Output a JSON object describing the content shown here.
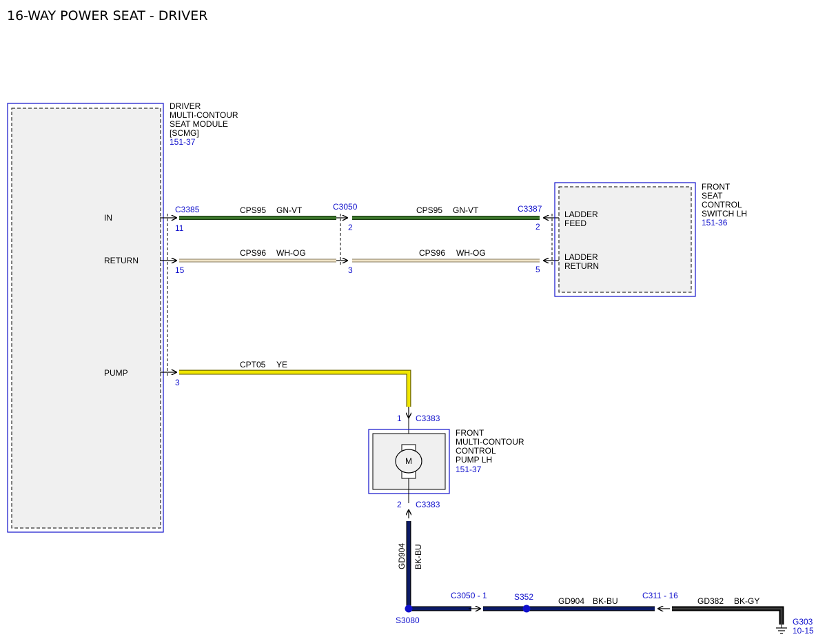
{
  "title": "16-WAY POWER SEAT - DRIVER",
  "colors": {
    "wire_gn_vt": "#3f7a2e",
    "wire_wh_og": "#efe3c6",
    "wire_ye": "#f0e600",
    "wire_bk_bu": "#0b1a66",
    "wire_bk_gy": "#1a1a1a",
    "ref_blue": "#1010cc",
    "component_fill": "#f0f0f0"
  },
  "components": {
    "scmg": {
      "name_lines": [
        "DRIVER",
        "MULTI-CONTOUR",
        "SEAT MODULE",
        "[SCMG]"
      ],
      "ref": "151-37",
      "pins": {
        "in": "IN",
        "return": "RETURN",
        "pump": "PUMP"
      }
    },
    "switch": {
      "name_lines": [
        "FRONT",
        "SEAT",
        "CONTROL",
        "SWITCH LH"
      ],
      "ref": "151-36",
      "pins": {
        "ladder_feed": [
          "LADDER",
          "FEED"
        ],
        "ladder_return": [
          "LADDER",
          "RETURN"
        ]
      }
    },
    "pump": {
      "name_lines": [
        "FRONT",
        "MULTI-CONTOUR",
        "CONTROL",
        "PUMP LH"
      ],
      "ref": "151-37",
      "motor_label": "M"
    }
  },
  "connectors": {
    "c3385": {
      "name": "C3385",
      "pin_in": "11",
      "pin_return": "15",
      "pin_pump": "3"
    },
    "c3050": {
      "name": "C3050",
      "pin_a": "2",
      "pin_b": "3"
    },
    "c3387": {
      "name": "C3387",
      "pin_feed": "2",
      "pin_return": "5"
    },
    "c3383_top": {
      "name": "C3383",
      "pin": "1"
    },
    "c3383_bottom": {
      "name": "C3383",
      "pin": "2"
    },
    "c3050_ground": {
      "name": "C3050 - 1"
    },
    "c311": {
      "name": "C311 - 16"
    }
  },
  "wires": {
    "cps95_left": {
      "circuit": "CPS95",
      "color": "GN-VT"
    },
    "cps95_right": {
      "circuit": "CPS95",
      "color": "GN-VT"
    },
    "cps96_left": {
      "circuit": "CPS96",
      "color": "WH-OG"
    },
    "cps96_right": {
      "circuit": "CPS96",
      "color": "WH-OG"
    },
    "cpt05": {
      "circuit": "CPT05",
      "color": "YE"
    },
    "gd904_vertical": {
      "circuit": "GD904",
      "color": "BK-BU"
    },
    "gd904_horizontal": {
      "circuit": "GD904",
      "color": "BK-BU"
    },
    "gd382": {
      "circuit": "GD382",
      "color": "BK-GY"
    }
  },
  "splices": {
    "s3080": "S3080",
    "s352": "S352"
  },
  "ground": {
    "name": "G303",
    "ref": "10-15"
  }
}
